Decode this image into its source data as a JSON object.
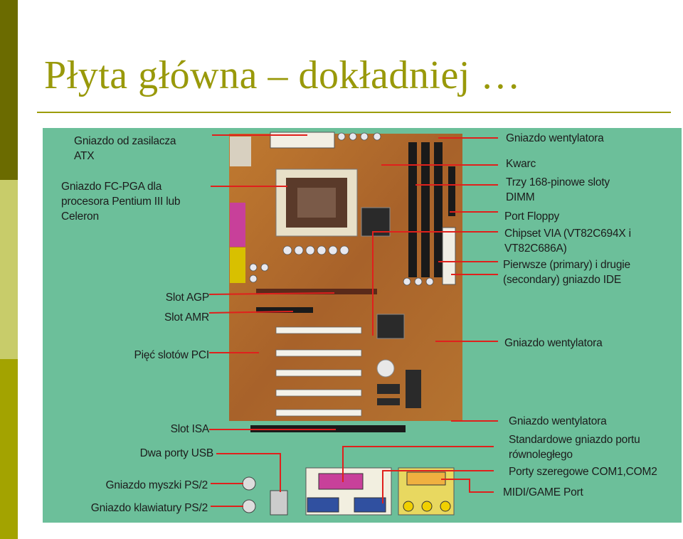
{
  "slide": {
    "title": "Płyta główna – dokładniej …"
  },
  "colors": {
    "sidebar_dark": "#6b6b00",
    "sidebar_light": "#c8cc6a",
    "sidebar_mid": "#a3a300",
    "title": "#99990a",
    "figure_background": "#6cbf9a",
    "board": "#b5702a",
    "leader_line": "#e0201c"
  },
  "labels": {
    "left": [
      {
        "id": "atx",
        "lines": [
          "Gniazdo od zasilacza",
          "ATX"
        ]
      },
      {
        "id": "fcpga",
        "lines": [
          "Gniazdo FC-PGA dla",
          "procesora Pentium III lub",
          "Celeron"
        ]
      },
      {
        "id": "agp",
        "lines": [
          "Slot AGP"
        ]
      },
      {
        "id": "amr",
        "lines": [
          "Slot AMR"
        ]
      },
      {
        "id": "pci",
        "lines": [
          "Pięć slotów PCI"
        ]
      },
      {
        "id": "isa",
        "lines": [
          "Slot ISA"
        ]
      },
      {
        "id": "usb",
        "lines": [
          "Dwa porty USB"
        ]
      },
      {
        "id": "mouse",
        "lines": [
          "Gniazdo myszki PS/2"
        ]
      },
      {
        "id": "keyboard",
        "lines": [
          "Gniazdo klawiatury PS/2"
        ]
      }
    ],
    "right": [
      {
        "id": "fan1",
        "lines": [
          "Gniazdo wentylatora"
        ]
      },
      {
        "id": "quartz",
        "lines": [
          "Kwarc"
        ]
      },
      {
        "id": "dimm",
        "lines": [
          "Trzy 168-pinowe sloty",
          "DIMM"
        ]
      },
      {
        "id": "floppy",
        "lines": [
          "Port Floppy"
        ]
      },
      {
        "id": "chipset",
        "lines": [
          "Chipset VIA (VT82C694X i",
          "VT82C686A)"
        ]
      },
      {
        "id": "ide",
        "lines": [
          "Pierwsze (primary) i drugie",
          "(secondary) gniazdo IDE"
        ]
      },
      {
        "id": "fan2",
        "lines": [
          "Gniazdo wentylatora"
        ]
      },
      {
        "id": "fan3",
        "lines": [
          "Gniazdo wentylatora"
        ]
      },
      {
        "id": "parallel",
        "lines": [
          "Standardowe gniazdo portu",
          "równoległego"
        ]
      },
      {
        "id": "serial",
        "lines": [
          "Porty szeregowe COM1,COM2"
        ]
      },
      {
        "id": "midi",
        "lines": [
          "MIDI/GAME Port"
        ]
      }
    ]
  }
}
